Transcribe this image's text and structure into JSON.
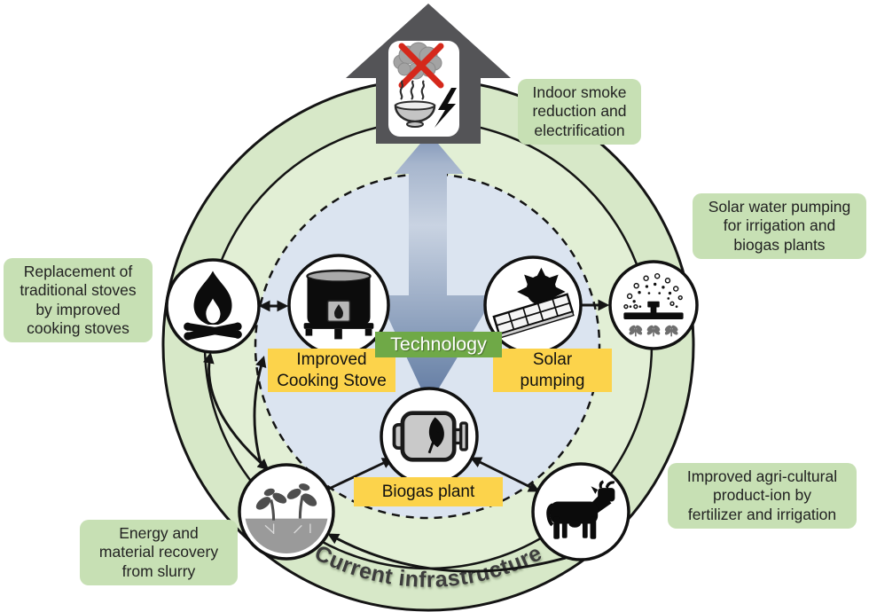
{
  "colors": {
    "outer_ring_green": "#d7e8c8",
    "inner_ring_green": "#e2efd5",
    "technology_zone_blue": "#dbe4f0",
    "label_green": "#c7e0b4",
    "label_yellow": "#fcd34b",
    "technology_green": "#6fa947",
    "house_gray": "#545457",
    "arrow_blue_light": "#c9d3e2",
    "arrow_blue_dark": "#647ca3",
    "cross_red": "#d5281b"
  },
  "center": {
    "technology_label": "Technology"
  },
  "ring": {
    "label": "Current infrastructure"
  },
  "technology_nodes": [
    {
      "id": "improved-cooking-stove",
      "label": "Improved\nCooking Stove",
      "icon": "improved-stove-icon"
    },
    {
      "id": "solar-pumping",
      "label": "Solar\npumping",
      "icon": "solar-panel-sun-icon"
    },
    {
      "id": "biogas-plant",
      "label": "Biogas plant",
      "icon": "biogas-digester-leaf-icon"
    }
  ],
  "infrastructure_nodes": [
    {
      "id": "traditional-fire",
      "icon": "campfire-icon"
    },
    {
      "id": "irrigation-sprinkler",
      "icon": "sprinkler-irrigation-icon"
    },
    {
      "id": "cattle",
      "icon": "cow-icon"
    },
    {
      "id": "slurry-field",
      "icon": "seedlings-soil-icon"
    }
  ],
  "outcome_labels": [
    {
      "id": "indoor-smoke",
      "text": "Indoor smoke\nreduction and\nelectrification"
    },
    {
      "id": "solar-water-pumping",
      "text": "Solar water pumping\nfor irrigation and\nbiogas plants"
    },
    {
      "id": "stove-replacement",
      "text": "Replacement of\ntraditional stoves\nby improved\ncooking stoves"
    },
    {
      "id": "agricultural-production",
      "text": "Improved agri-cultural\nproduct-ion by\nfertilizer and irrigation"
    },
    {
      "id": "slurry-recovery",
      "text": "Energy and\nmaterial recovery\nfrom slurry"
    }
  ],
  "house": {
    "icon": "house-icon",
    "inner_icons": [
      "smoke-cloud-crossed-out-icon",
      "steaming-bowl-icon",
      "lightning-bolt-icon"
    ]
  }
}
